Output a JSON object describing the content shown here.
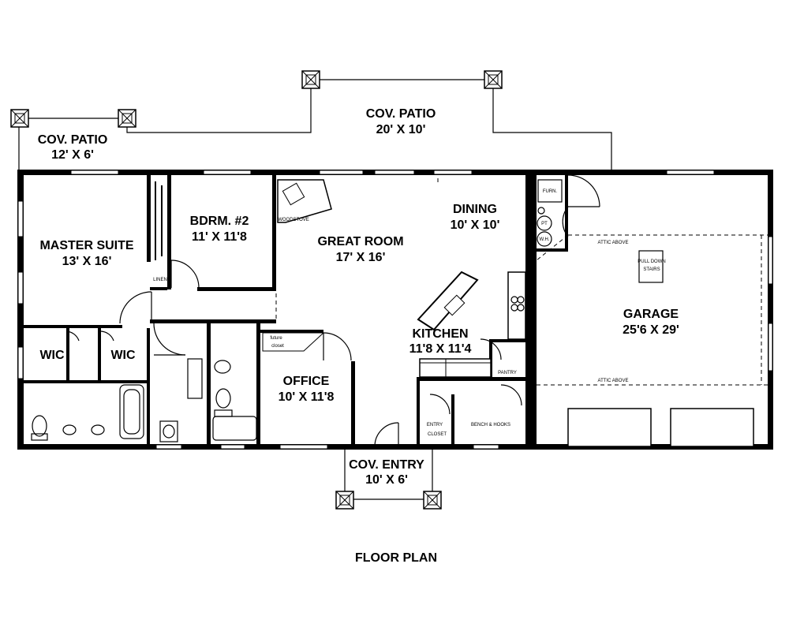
{
  "title": "FLOOR PLAN",
  "rooms": {
    "cov_patio_left": {
      "name": "COV. PATIO",
      "dims": "12' X 6'"
    },
    "cov_patio_center": {
      "name": "COV. PATIO",
      "dims": "20' X 10'"
    },
    "master_suite": {
      "name": "MASTER SUITE",
      "dims": "13' X 16'"
    },
    "bedroom2": {
      "name": "BDRM. #2",
      "dims": "11' X 11'8"
    },
    "great_room": {
      "name": "GREAT ROOM",
      "dims": "17' X 16'"
    },
    "dining": {
      "name": "DINING",
      "dims": "10' X 10'"
    },
    "kitchen": {
      "name": "KITCHEN",
      "dims": "11'8 X 11'4"
    },
    "office": {
      "name": "OFFICE",
      "dims": "10' X 11'8"
    },
    "garage": {
      "name": "GARAGE",
      "dims": "25'6 X 29'"
    },
    "cov_entry": {
      "name": "COV. ENTRY",
      "dims": "10' X 6'"
    }
  },
  "labels": {
    "wic_left": "WIC",
    "wic_right": "WIC",
    "linen": "LINEN",
    "woodstove": "WOODSTOVE",
    "future_closet_1": "future",
    "future_closet_2": "closet",
    "pantry": "PANTRY",
    "entry_closet_1": "ENTRY",
    "entry_closet_2": "CLOSET",
    "bench_hooks": "BENCH & HOOKS",
    "furnace": "FURN.",
    "pt": "PT",
    "wh": "W.H.",
    "attic_above_top": "ATTIC ABOVE",
    "attic_above_bottom": "ATTIC ABOVE",
    "pull_down_stairs_1": "PULL DOWN",
    "pull_down_stairs_2": "STAIRS"
  }
}
